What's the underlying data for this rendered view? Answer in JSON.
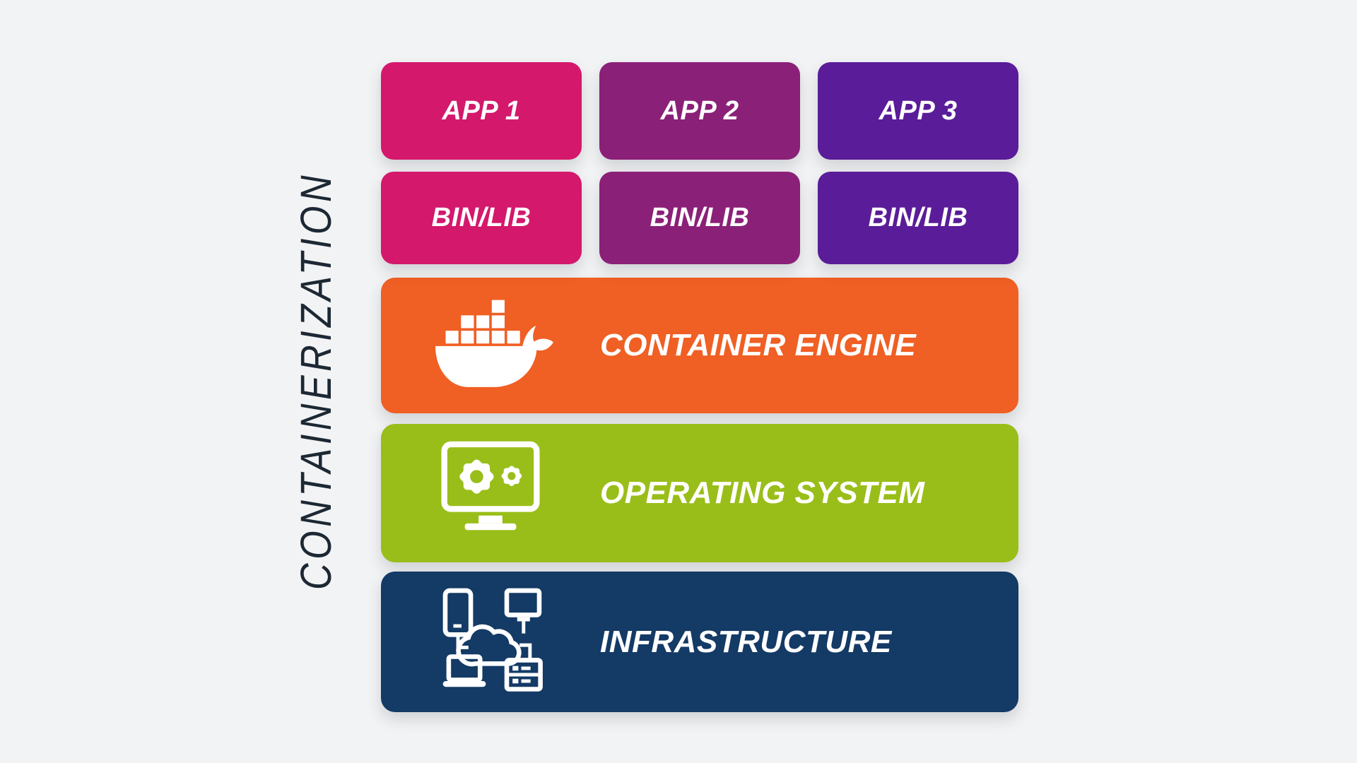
{
  "background": "#f2f3f4",
  "side_label": {
    "text": "CONTAINERIZATION",
    "color": "#1c2834"
  },
  "text_color": "#ffffff",
  "apps": [
    {
      "label": "APP 1",
      "color": "#d4186c"
    },
    {
      "label": "APP 2",
      "color": "#8b2078"
    },
    {
      "label": "APP 3",
      "color": "#5a1c99"
    }
  ],
  "binlib": [
    {
      "label": "BIN/LIB",
      "color": "#d4186c"
    },
    {
      "label": "BIN/LIB",
      "color": "#8b2078"
    },
    {
      "label": "BIN/LIB",
      "color": "#5a1c99"
    }
  ],
  "layers": [
    {
      "label": "CONTAINER ENGINE",
      "color": "#f05f23",
      "icon": "docker-whale-icon"
    },
    {
      "label": "OPERATING SYSTEM",
      "color": "#9abe19",
      "icon": "monitor-gears-icon"
    },
    {
      "label": "INFRASTRUCTURE",
      "color": "#143a66",
      "icon": "cloud-network-icon"
    }
  ]
}
